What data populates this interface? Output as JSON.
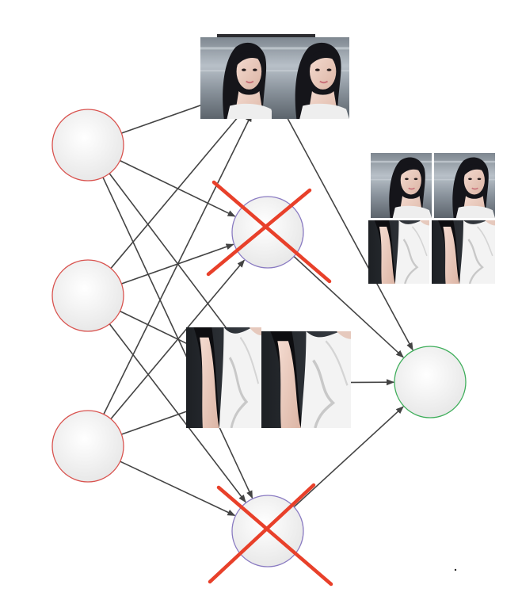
{
  "diagram": {
    "kind": "neural-network-dropout",
    "layers": {
      "input": [
        {
          "id": "in-1"
        },
        {
          "id": "in-2"
        },
        {
          "id": "in-3"
        }
      ],
      "hidden": [
        {
          "id": "h-1",
          "dropped": false,
          "has_photo": true
        },
        {
          "id": "h-2",
          "dropped": true,
          "has_photo": false
        },
        {
          "id": "h-3",
          "dropped": false,
          "has_photo": true
        },
        {
          "id": "h-4",
          "dropped": true,
          "has_photo": false
        }
      ],
      "output": [
        {
          "id": "out-1"
        }
      ],
      "right_photo_panel": {
        "id": "panel-right",
        "tiles": 4
      }
    },
    "colors": {
      "input_node_stroke": "#d9534f",
      "hidden_node_stroke": "#8a7bc2",
      "output_node_stroke": "#3fae5b",
      "node_fill_top": "#ffffff",
      "node_fill_bottom": "#e9e9e9",
      "edge": "#444444",
      "cross": "#e8402a"
    }
  }
}
